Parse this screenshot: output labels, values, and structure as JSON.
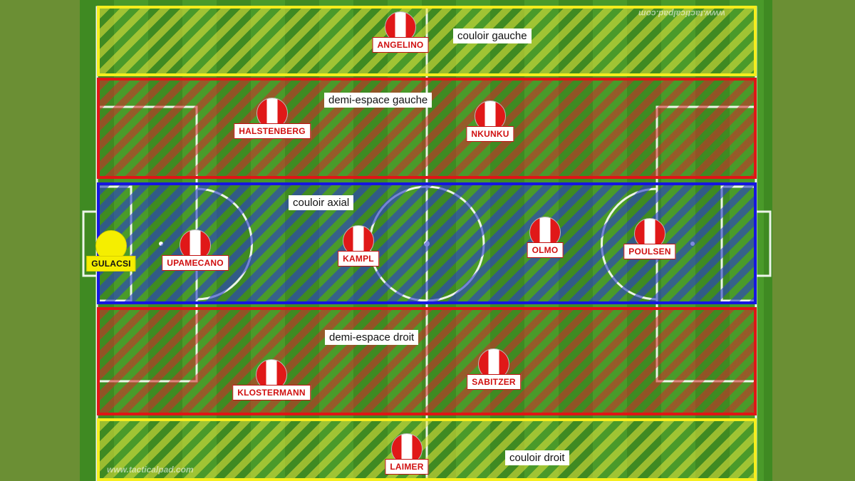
{
  "zones": {
    "couloir_gauche": "couloir gauche",
    "demi_espace_gauche": "demi-espace gauche",
    "couloir_axial": "couloir axial",
    "demi_espace_droit": "demi-espace droit",
    "couloir_droit": "couloir droit"
  },
  "players": {
    "angelino": "ANGELINO",
    "halstenberg": "HALSTENBERG",
    "nkunku": "NKUNKU",
    "gulacsi": "GULACSI",
    "upamecano": "UPAMECANO",
    "kampl": "KAMPL",
    "olmo": "OLMO",
    "poulsen": "POULSEN",
    "klostermann": "KLOSTERMANN",
    "sabitzer": "SABITZER",
    "laimer": "LAIMER"
  },
  "watermarks": {
    "top": "www.tacticalpad.com",
    "bottom": "www.tacticalpad.com"
  },
  "colors": {
    "pitch_light": "#4a9a2a",
    "pitch_dark": "#3f8a22",
    "lane_yellow": "#f5ee1d",
    "halfspace_red": "#e01515",
    "center_blue": "#1616e0",
    "team_red": "#e01818",
    "keeper_yellow": "#f5ee00"
  }
}
